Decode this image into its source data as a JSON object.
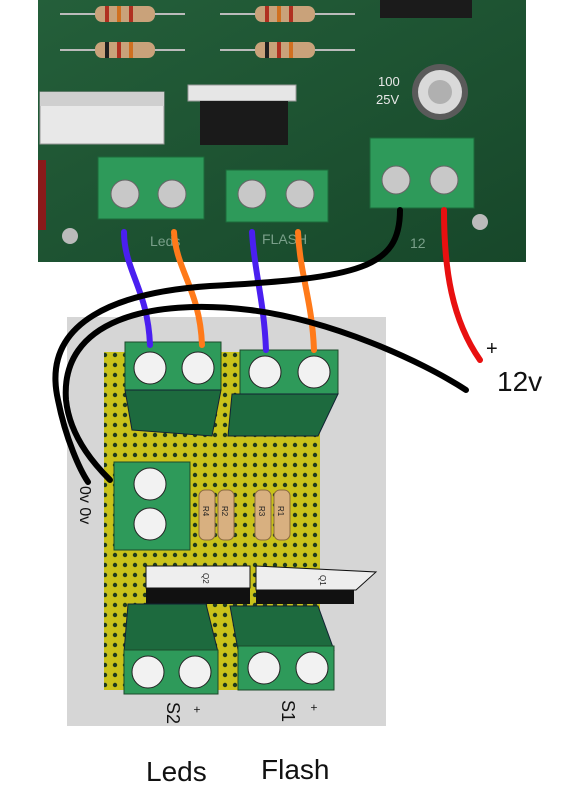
{
  "main_board": {
    "resistor_markings": [
      "100",
      "25V"
    ],
    "silkscreen": [
      "Leds",
      "FLASH",
      "12"
    ],
    "terminals": [
      "leds",
      "flash",
      "power-12v"
    ]
  },
  "supply": {
    "plus_sign": "+",
    "voltage_label": "12v"
  },
  "strip_board": {
    "resistors": [
      "R4",
      "R2",
      "R3",
      "R1"
    ],
    "transistors": [
      "Q2",
      "Q1"
    ],
    "ground_terminal_label": "0v 0v",
    "switch_labels": [
      "S2",
      "S1"
    ],
    "switch_plus": [
      "+",
      "+"
    ]
  },
  "captions": {
    "leds": "Leds",
    "flash": "Flash"
  },
  "colors": {
    "pcb_green": "#1f5a36",
    "stripboard_yellow": "#c9c21a",
    "terminal_green": "#2e9a5a",
    "wire_blue": "#4a1ff0",
    "wire_orange": "#ff7a1a",
    "wire_red": "#e81010",
    "wire_black": "#000000"
  }
}
